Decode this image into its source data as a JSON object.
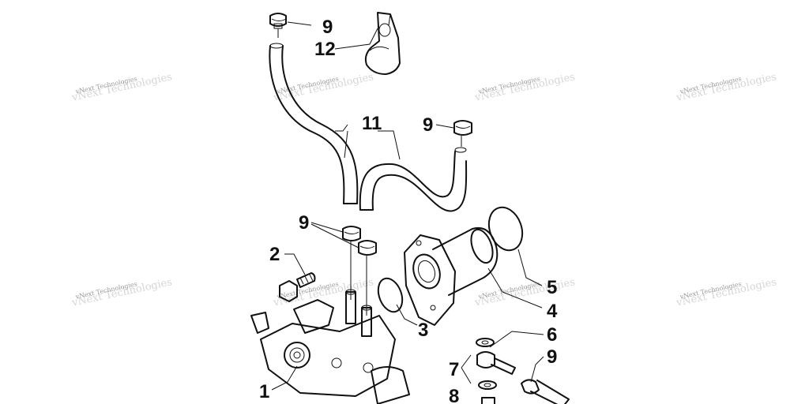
{
  "callouts": [
    {
      "id": "c1",
      "label": "1"
    },
    {
      "id": "c2",
      "label": "2"
    },
    {
      "id": "c3",
      "label": "3"
    },
    {
      "id": "c4",
      "label": "4"
    },
    {
      "id": "c5",
      "label": "5"
    },
    {
      "id": "c6",
      "label": "6"
    },
    {
      "id": "c7",
      "label": "7"
    },
    {
      "id": "c8",
      "label": "8"
    },
    {
      "id": "c9a",
      "label": "9"
    },
    {
      "id": "c9b",
      "label": "9"
    },
    {
      "id": "c9c",
      "label": "9"
    },
    {
      "id": "c9d",
      "label": "9"
    },
    {
      "id": "c11",
      "label": "11"
    },
    {
      "id": "c12",
      "label": "12"
    }
  ],
  "watermark": {
    "text": "vNext Technologies"
  }
}
